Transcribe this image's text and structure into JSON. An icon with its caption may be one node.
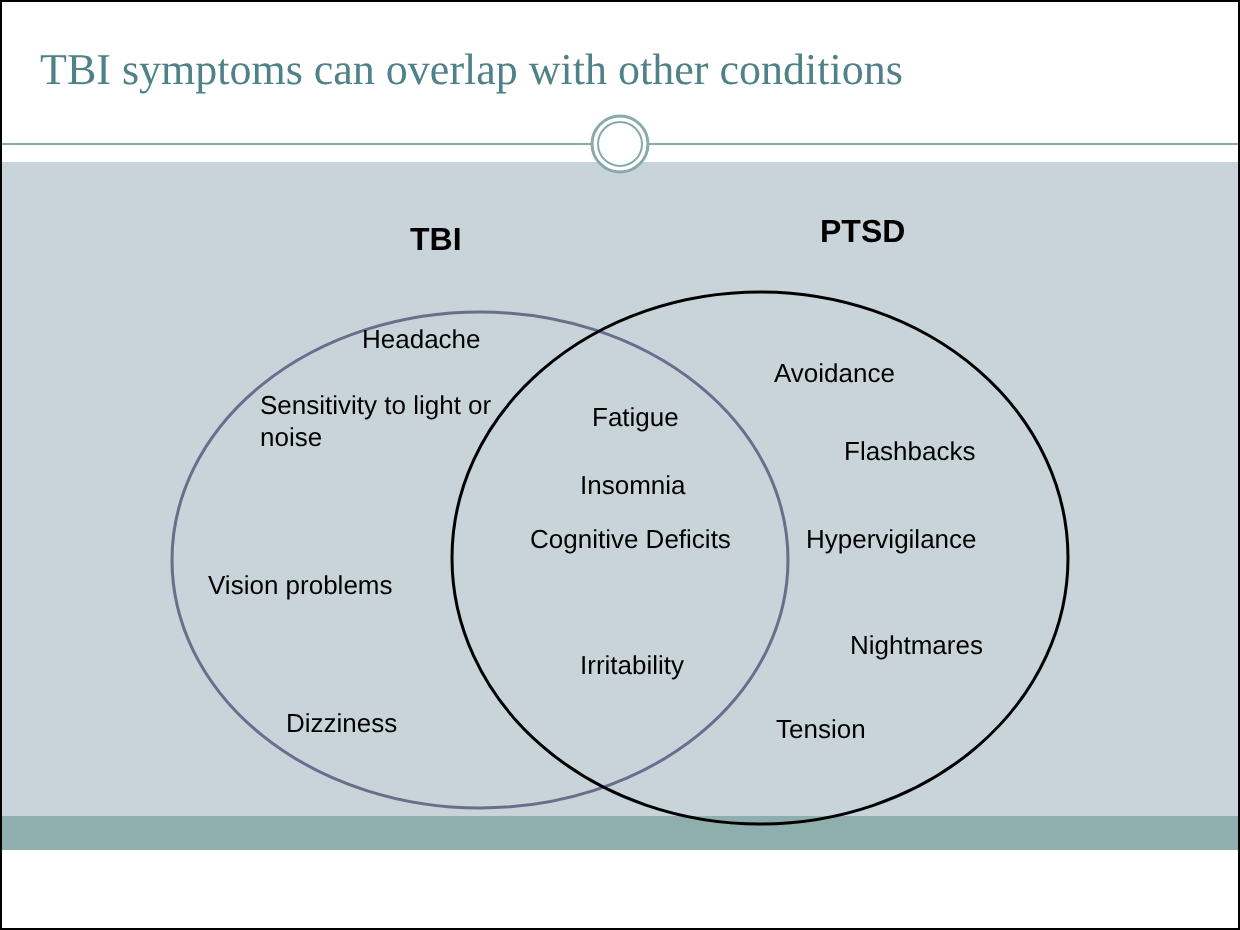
{
  "diagram": {
    "title": "TBI symptoms can overlap with other conditions",
    "nodes": [
      {
        "text": [
          "TBI"
        ]
      },
      {
        "text": [
          "PTSD"
        ]
      }
    ],
    "labels": [
      "Headache",
      "Avoidance",
      "Fatigue",
      "Sensitivity to light or noise",
      "Flashbacks",
      "Insomnia",
      "Cognitive Deficits",
      "Hypervigilance",
      "Vision problems",
      "Nightmares",
      "Irritability",
      "Dizziness",
      "Tension"
    ]
  }
}
